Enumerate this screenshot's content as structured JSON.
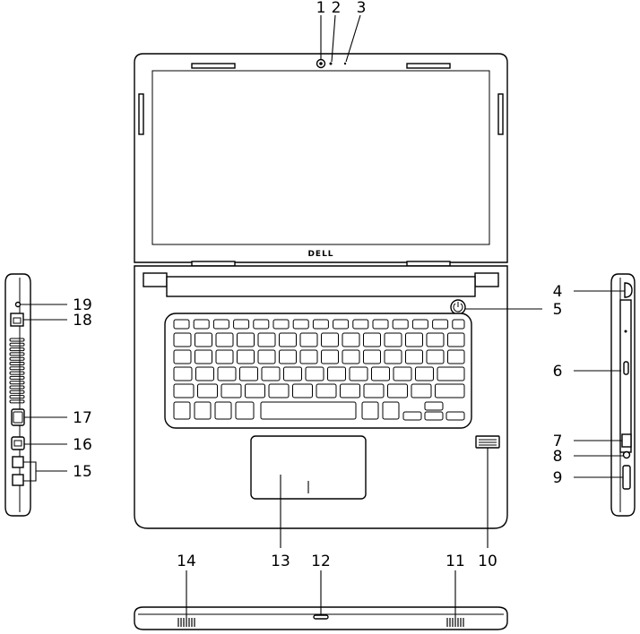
{
  "brand": "DELL",
  "callouts": {
    "n1": "1",
    "n2": "2",
    "n3": "3",
    "n4": "4",
    "n5": "5",
    "n6": "6",
    "n7": "7",
    "n8": "8",
    "n9": "9",
    "n10": "10",
    "n11": "11",
    "n12": "12",
    "n13": "13",
    "n14": "14",
    "n15": "15",
    "n16": "16",
    "n17": "17",
    "n18": "18",
    "n19": "19"
  }
}
